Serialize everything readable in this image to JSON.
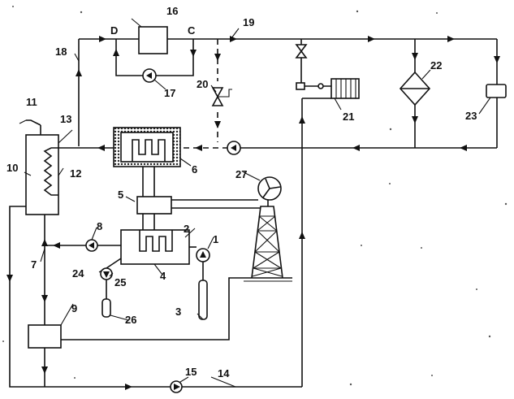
{
  "labels": {
    "l1": "1",
    "l2": "2",
    "l3": "3",
    "l4": "4",
    "l5": "5",
    "l6": "6",
    "l7": "7",
    "l8": "8",
    "l9": "9",
    "l10": "10",
    "l11": "11",
    "l12": "12",
    "l13": "13",
    "l14": "14",
    "l15": "15",
    "l16": "16",
    "l17": "17",
    "l18": "18",
    "l19": "19",
    "l20": "20",
    "l21": "21",
    "l22": "22",
    "l23": "23",
    "l24": "24",
    "l25": "25",
    "l26": "26",
    "l27": "27",
    "lD": "D",
    "lC": "C"
  }
}
